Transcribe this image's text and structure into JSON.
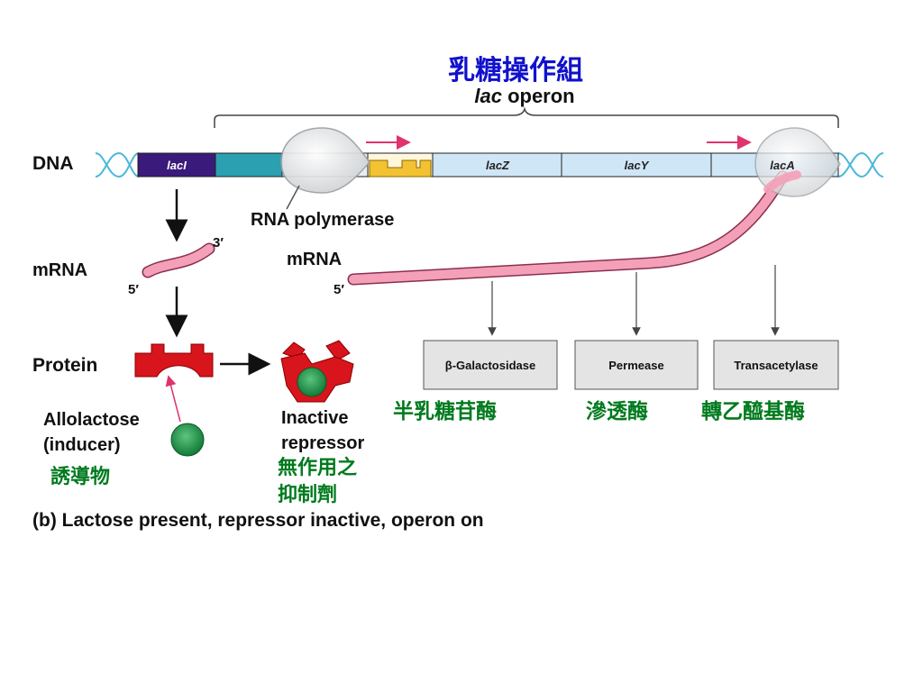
{
  "title": {
    "chinese": "乳糖操作組",
    "lac_italic": "lac",
    "operon_word": " operon"
  },
  "labels": {
    "dna": "DNA",
    "mrna_left": "mRNA",
    "mrna_right": "mRNA",
    "three_prime": "3′",
    "five_prime_left": "5′",
    "five_prime_right": "5′",
    "protein": "Protein",
    "rna_polymerase": "RNA polymerase",
    "allolactose_line1": "Allolactose",
    "allolactose_line2": "(inducer)",
    "inducer_chinese": "誘導物",
    "inactive_line1": "Inactive",
    "inactive_line2": "repressor",
    "inactive_chinese_line1": "無作用之",
    "inactive_chinese_line2": "抑制劑",
    "caption": "(b) Lactose present, repressor inactive, operon on"
  },
  "genes": {
    "laci": "lacI",
    "lacz": "lacZ",
    "lacy": "lacY",
    "laca": "lacA"
  },
  "enzymes": [
    {
      "name": "β-Galactosidase",
      "chinese": "半乳糖苷酶"
    },
    {
      "name": "Permease",
      "chinese": "滲透酶"
    },
    {
      "name": "Transacetylase",
      "chinese": "轉乙醯基酶"
    }
  ],
  "colors": {
    "laci": "#3a1a7a",
    "promoter": "#2aa0b0",
    "operator": "#f2c232",
    "structural": "#cfe6f7",
    "mrna": "#f4a0b8",
    "repressor": "#d8141c",
    "inducer": "#1e9a4a",
    "chinese_title": "#1111cc",
    "chinese_annotation": "#007a1e"
  }
}
